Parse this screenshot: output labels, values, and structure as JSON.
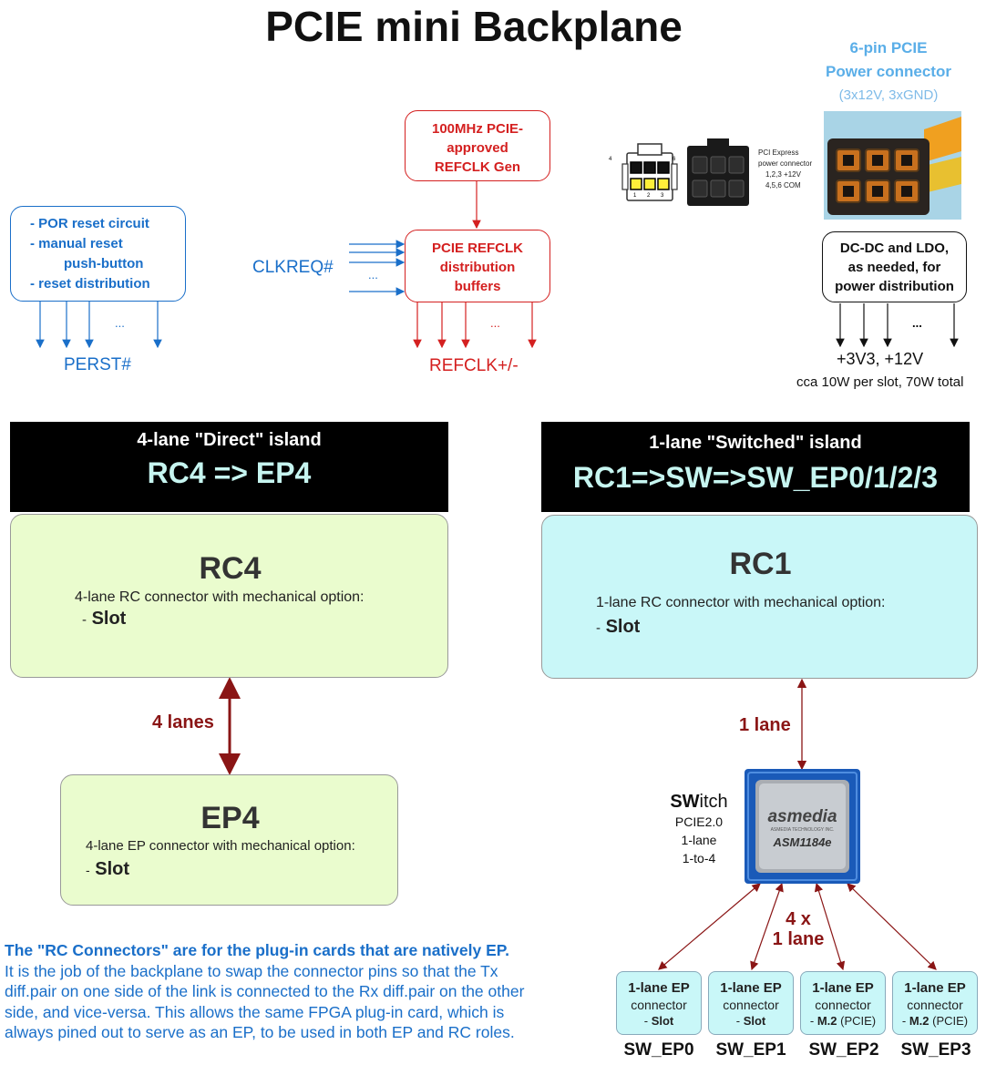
{
  "title": "PCIE mini Backplane",
  "power_connector": {
    "heading_line1": "6-pin PCIE",
    "heading_line2": "Power connector",
    "sub": "(3x12V, 3xGND)",
    "pinout_line1": "PCI Express",
    "pinout_line2": "power connector",
    "pinout_line3": "1,2,3   +12V",
    "pinout_line4": "4,5,6   COM",
    "pin_6": "6",
    "pin_4": "4",
    "pin_1": "1",
    "pin_2": "2",
    "pin_3": "3",
    "dcdc_line1": "DC-DC and LDO,",
    "dcdc_line2": "as needed, for",
    "dcdc_line3": "power distribution",
    "ellipsis": "...",
    "rails": "+3V3, +12V",
    "budget": "cca 10W per slot, 70W total"
  },
  "reset": {
    "line1": "- POR reset circuit",
    "line2": "- manual reset",
    "line3": "push-button",
    "line4": "- reset distribution",
    "ellipsis": "...",
    "output": "PERST#"
  },
  "refclk": {
    "gen_line1": "100MHz PCIE-",
    "gen_line2": "approved",
    "gen_line3": "REFCLK Gen",
    "buf_line1": "PCIE REFCLK",
    "buf_line2": "distribution",
    "buf_line3": "buffers",
    "input": "CLKREQ#",
    "in_ellipsis": "...",
    "out_ellipsis": "...",
    "output": "REFCLK+/-"
  },
  "direct_island": {
    "banner_line1": "4-lane \"Direct\" island",
    "banner_line2": "RC4 => EP4",
    "rc_title": "RC4",
    "rc_desc": "4-lane RC connector with mechanical option:",
    "rc_option_dash": "-",
    "rc_option": "Slot",
    "lanes": "4 lanes",
    "ep_title": "EP4",
    "ep_desc": "4-lane EP connector with mechanical option:",
    "ep_option_dash": "-",
    "ep_option": "Slot"
  },
  "switched_island": {
    "banner_line1": "1-lane \"Switched\" island",
    "banner_line2": "RC1=>SW=>SW_EP0/1/2/3",
    "rc_title": "RC1",
    "rc_desc": "1-lane RC connector  with mechanical option:",
    "rc_option_dash": "-",
    "rc_option": "Slot",
    "lanes": "1 lane",
    "switch_bold": "SW",
    "switch_rest": "itch",
    "switch_line2": "PCIE2.0",
    "switch_line3": "1-lane",
    "switch_line4": "1-to-4",
    "chip_brand": "asmedia",
    "chip_sub": "ASMEDIA TECHNOLOGY INC.",
    "chip_part": "ASM1184e",
    "fanout_line1": "4 x",
    "fanout_line2": "1 lane",
    "endpoints": [
      {
        "title": "1-lane EP",
        "line2": "connector",
        "dash": "- ",
        "option": "Slot",
        "suffix": "",
        "label": "SW_EP0"
      },
      {
        "title": "1-lane EP",
        "line2": "connector",
        "dash": "- ",
        "option": "Slot",
        "suffix": "",
        "label": "SW_EP1"
      },
      {
        "title": "1-lane EP",
        "line2": "connector",
        "dash": "- ",
        "option": "M.2",
        "suffix": " (PCIE)",
        "label": "SW_EP2"
      },
      {
        "title": "1-lane EP",
        "line2": "connector",
        "dash": "- ",
        "option": "M.2",
        "suffix": " (PCIE)",
        "label": "SW_EP3"
      }
    ]
  },
  "note": {
    "heading": "The \"RC Connectors\" are for the plug-in cards that are natively EP.",
    "line1": "It is the job of the backplane to swap the connector pins so that the Tx",
    "line2": "diff.pair on one side of the link is connected to the Rx diff.pair on the other",
    "line3": "side, and vice-versa. This allows the same FPGA plug-in card, which is",
    "line4": "always pined out to serve as an EP, to be used in both EP and RC roles."
  },
  "colors": {
    "blue": "#1a6fc9",
    "red": "#d42020",
    "dark_red": "#8a1515",
    "rc4_fill": "#eafcce",
    "rc1_fill": "#c9f7f8",
    "banner": "#000000"
  }
}
